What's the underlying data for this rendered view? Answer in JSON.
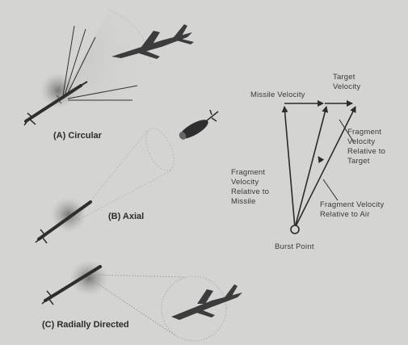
{
  "panels": {
    "circular": {
      "label": "(A) Circular"
    },
    "axial": {
      "label": "(B) Axial"
    },
    "radially_directed": {
      "label": "(C) Radially Directed"
    }
  },
  "vector_diagram": {
    "missile_velocity": "Missile Velocity",
    "target_velocity": "Target\nVelocity",
    "fragment_velocity_relative_to_target": "Fragment\nVelocity\nRelative to\nTarget",
    "fragment_velocity_relative_to_missile": "Fragment\nVelocity\nRelative to\nMissile",
    "fragment_velocity_relative_to_air": "Fragment Velocity\nRelative to Air",
    "burst_point": "Burst Point"
  },
  "colors": {
    "background": "#d4d4d2",
    "ink": "#2b2b2b",
    "aircraft": "#3c3c3c"
  }
}
